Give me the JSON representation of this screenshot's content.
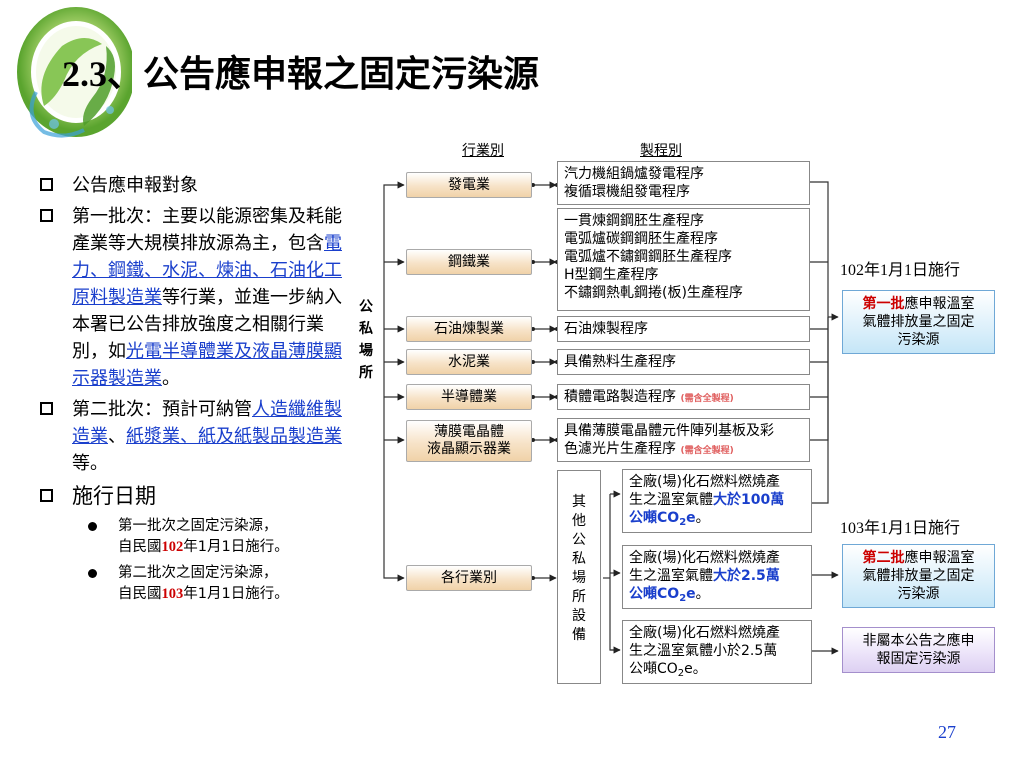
{
  "slide": {
    "title": "2.3、公告應申報之固定污染源",
    "page_number": "27"
  },
  "left": {
    "bullet1": "公告應申報對象",
    "bullet2": {
      "t1": "第一批次：主要以能源密集及耗能產業等大規模排放源為主，包含",
      "link1": "電力、鋼鐵、水泥、煉油、石油化工原料製造業",
      "t2": "等行業，並進一步納入本署已公告排放強度之相關行業別，如",
      "link2": "光電半導體業及液晶薄膜顯示器製造業",
      "t3": "。"
    },
    "bullet3": {
      "t1": "第二批次：預計可納管",
      "link1": "人造纖維製造業",
      "sep": "、",
      "link2": "紙漿業、紙及紙製品製造業",
      "t2": "等。"
    },
    "bullet4": "施行日期",
    "sub1": {
      "line1": "第一批次之固定污染源，",
      "pre": "自民國",
      "year": "102",
      "post": "年1月1日施行。"
    },
    "sub2": {
      "line1": "第二批次之固定污染源，",
      "pre": "自民國",
      "year": "103",
      "post": "年1月1日施行。"
    }
  },
  "diagram": {
    "header_industry": "行業別",
    "header_process": "製程別",
    "vertical_label": [
      "公",
      "私",
      "場",
      "所"
    ],
    "industries": [
      {
        "label": "發電業"
      },
      {
        "label": "鋼鐵業"
      },
      {
        "label": "石油煉製業"
      },
      {
        "label": "水泥業"
      },
      {
        "label": "半導體業"
      },
      {
        "line1": "薄膜電晶體",
        "line2": "液晶顯示器業"
      },
      {
        "label": "各行業別"
      }
    ],
    "processes": {
      "power": [
        "汽力機組鍋爐發電程序",
        "複循環機組發電程序"
      ],
      "steel": [
        "一貫煉鋼鋼胚生產程序",
        "電弧爐碳鋼鋼胚生產程序",
        "電弧爐不鏽鋼鋼胚生產程序",
        "H型鋼生產程序",
        "不鏽鋼熱軋鋼捲(板)生產程序"
      ],
      "refinery": "石油煉製程序",
      "cement": "具備熟料生產程序",
      "semiconductor": {
        "text": "積體電路製造程序",
        "note": "(需含全製程)"
      },
      "tft": {
        "line1": "具備薄膜電晶體元件陣列基板及彩",
        "line2": "色濾光片生產程序",
        "note": "(需含全製程)"
      }
    },
    "other_facility": [
      "其",
      "他",
      "公",
      "私",
      "場",
      "所",
      "設",
      "備"
    ],
    "emission_boxes": [
      {
        "line1": "全廠(場)化石燃料燃燒產",
        "line2_pre": "生之溫室氣體",
        "line2_hl": "大於100萬",
        "line3_hl": "公噸CO",
        "line3_sub": "2",
        "line3_hl2": "e",
        "line3_post": "。"
      },
      {
        "line1": "全廠(場)化石燃料燃燒產",
        "line2_pre": "生之溫室氣體",
        "line2_hl": "大於2.5萬",
        "line3_hl": "公噸CO",
        "line3_sub": "2",
        "line3_hl2": "e",
        "line3_post": "。"
      },
      {
        "line1": "全廠(場)化石燃料燃燒產",
        "line2_pre": "生之溫室氣體小於2.5萬",
        "line3_pre": "公噸CO",
        "line3_sub": "2",
        "line3_post": "e。"
      }
    ],
    "results": [
      {
        "date": "102年1月1日施行",
        "hl": "第一批",
        "line1_rest": "應申報溫室",
        "line2": "氣體排放量之固定",
        "line3": "污染源"
      },
      {
        "date": "103年1月1日施行",
        "hl": "第二批",
        "line1_rest": "應申報溫室",
        "line2": "氣體排放量之固定",
        "line3": "污染源"
      },
      {
        "line1": "非屬本公告之應申",
        "line2": "報固定污染源"
      }
    ]
  },
  "colors": {
    "link": "#1a3fcc",
    "highlight_red": "#cc0000",
    "industry_box": "#f0d2a8",
    "result_box": "#c5e6f7",
    "result_box_purple": "#ddd0f2"
  }
}
